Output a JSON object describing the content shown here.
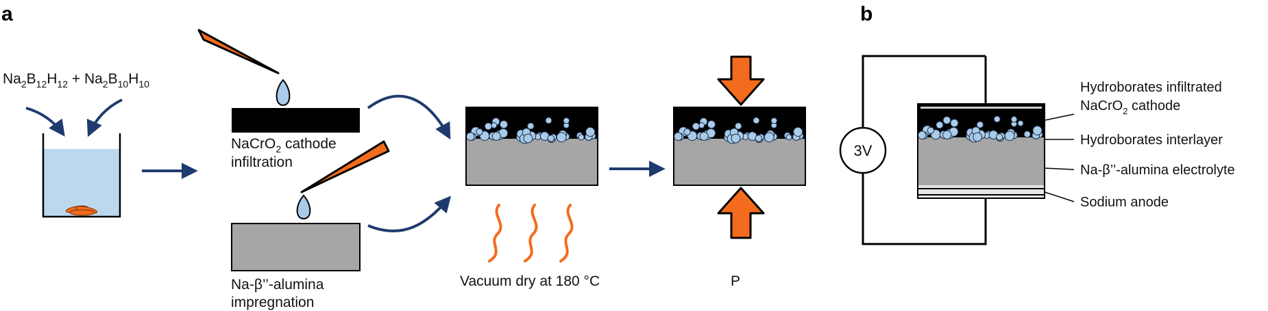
{
  "panel_labels": {
    "a": "a",
    "b": "b"
  },
  "colors": {
    "arrow_blue": "#1f3b6e",
    "orange": "#f36b1c",
    "solution_blue": "#bcd8ec",
    "particle_blue": "#a9cbea",
    "electrolyte_gray": "#a6a6a6",
    "cathode_black": "#000000",
    "anode_light": "#e6e6e6"
  },
  "step1": {
    "formula_part1_base": "Na",
    "formula_part1_sub1": "2",
    "formula_part1_mid": "B",
    "formula_part1_sub2": "12",
    "formula_part1_end": "H",
    "formula_part1_sub3": "12",
    "plus": " + ",
    "formula_part2_base": "Na",
    "formula_part2_sub1": "2",
    "formula_part2_mid": "B",
    "formula_part2_sub2": "10",
    "formula_part2_end": "H",
    "formula_part2_sub3": "10"
  },
  "step2": {
    "cathode_line1_pre": "NaCrO",
    "cathode_line1_sub": "2",
    "cathode_line1_post": " cathode",
    "cathode_line2": "infiltration",
    "electrolyte_line1": "Na-β’’-alumina",
    "electrolyte_line2": "impregnation"
  },
  "step3": {
    "caption": "Vacuum dry at 180 °C"
  },
  "step4": {
    "caption": "P"
  },
  "panel_b": {
    "voltage": "3V",
    "label_cathode_line1": "Hydroborates infiltrated",
    "label_cathode_line2_pre": "NaCrO",
    "label_cathode_line2_sub": "2",
    "label_cathode_line2_post": " cathode",
    "label_interlayer": "Hydroborates interlayer",
    "label_electrolyte": "Na-β’’-alumina electrolyte",
    "label_anode": "Sodium anode"
  }
}
